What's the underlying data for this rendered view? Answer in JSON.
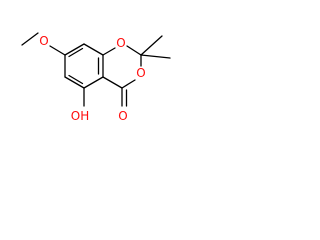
{
  "molecule": {
    "atom_color_oxygen": "#ff0d0d",
    "bond_color": "#000000",
    "labels": {
      "ring_o1": "O",
      "ring_o3": "O",
      "carbonyl_o": "O",
      "hydroxyl": "OH",
      "methoxy_o": "O"
    }
  }
}
